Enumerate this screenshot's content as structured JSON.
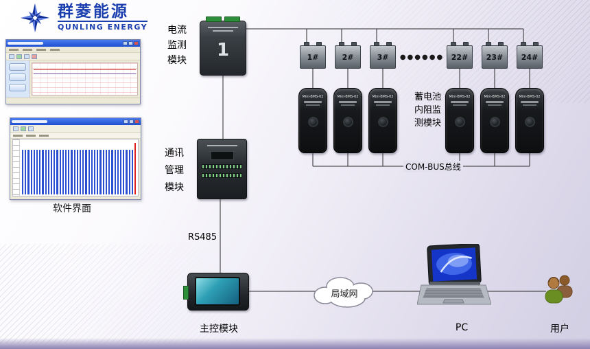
{
  "logo": {
    "title": "群菱能源",
    "subtitle": "QUNLING ENERGY"
  },
  "software": {
    "caption": "软件界面",
    "window2": {
      "bar_count": 40,
      "red_bar_index": 39
    }
  },
  "modules": {
    "current": {
      "lines": [
        "电流",
        "监测",
        "模块"
      ],
      "mark": "1"
    },
    "comm": {
      "lines": [
        "通讯",
        "管理",
        "模块"
      ]
    },
    "rs485": "RS485",
    "main_caption": "主控模块"
  },
  "batteries": {
    "items": [
      "1#",
      "2#",
      "3#",
      "22#",
      "23#",
      "24#"
    ],
    "dots": "●●●●●●"
  },
  "bms": {
    "device_label": "Mini-BMS-02",
    "group_lines": [
      "蓄电池",
      "内阻监",
      "测模块"
    ],
    "bus_label": "COM-BUS总线"
  },
  "network": {
    "cloud_label": "局域网",
    "pc_label": "PC",
    "user_label": "用户"
  }
}
